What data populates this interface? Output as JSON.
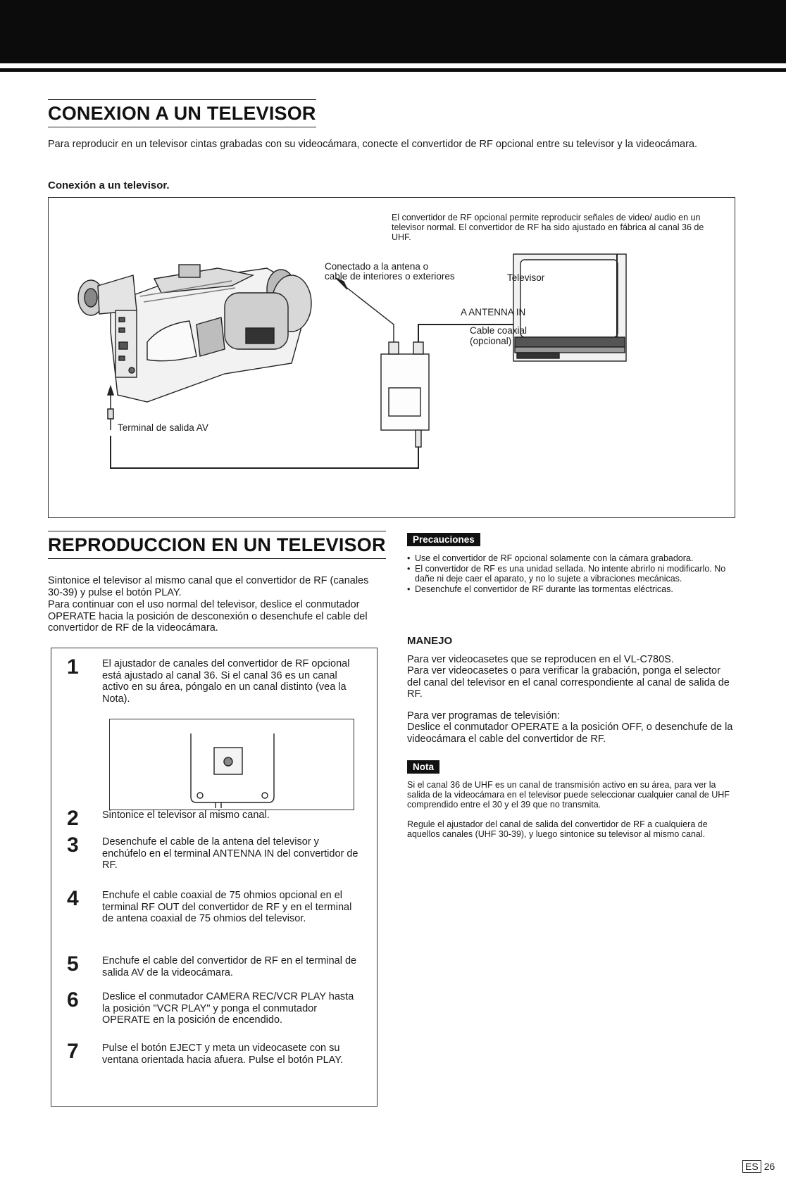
{
  "section1": {
    "title": "CONEXION A UN TELEVISOR",
    "intro": "Para reproducir en un televisor cintas grabadas con su videocámara, conecte el convertidor de RF opcional entre su televisor y la videocámara.",
    "subheading": "Conexión a un televisor."
  },
  "diagram": {
    "rf_note": "El convertidor de RF opcional permite reproducir señales de video/ audio en un televisor normal. El convertidor de RF ha sido ajustado en fábrica al canal 36 de UHF.",
    "antenna_line1": "Conectado a la antena o",
    "antenna_line2": "cable de interiores o exteriores",
    "tv_label": "Televisor",
    "antenna_in": "A ANTENNA IN",
    "coax_line1": "Cable coaxial",
    "coax_line2": "(opcional)",
    "av_terminal": "Terminal de salida AV"
  },
  "section2": {
    "title": "REPRODUCCION EN UN TELEVISOR",
    "p1": "Sintonice el televisor al mismo canal que el convertidor de RF (canales 30-39) y pulse el botón PLAY.",
    "p2": "Para continuar con el uso normal del televisor, deslice el conmutador OPERATE hacia la posición de desconexión o desenchufe el cable del convertidor de RF de la videocámara."
  },
  "steps": [
    {
      "num": "1",
      "text": "El ajustador de canales del convertidor de RF opcional está ajustado al canal 36. Si el canal 36 es un canal activo en su área, póngalo en un canal distinto (vea la Nota)."
    },
    {
      "num": "2",
      "text": "Sintonice el televisor al mismo canal."
    },
    {
      "num": "3",
      "text": "Desenchufe el cable de la antena del televisor y enchúfelo en el terminal ANTENNA IN del convertidor de RF."
    },
    {
      "num": "4",
      "text": "Enchufe el cable coaxial de 75 ohmios opcional en el terminal RF OUT del convertidor de RF y en el terminal de antena coaxial de 75 ohmios del televisor."
    },
    {
      "num": "5",
      "text": "Enchufe el cable del convertidor de RF en el terminal de salida AV de la videocámara."
    },
    {
      "num": "6",
      "text": "Deslice el conmutador CAMERA REC/VCR PLAY hasta la posición \"VCR PLAY\" y ponga el conmutador OPERATE en la posición de encendido."
    },
    {
      "num": "7",
      "text": "Pulse el botón EJECT y meta un videocasete con su ventana orientada hacia afuera. Pulse el botón PLAY."
    }
  ],
  "precautions": {
    "label": "Precauciones",
    "items": [
      "Use el convertidor de RF opcional solamente con la cámara grabadora.",
      "El convertidor de RF es una unidad sellada. No intente abrirlo ni modificarlo. No dañe ni deje caer el aparato, y no lo sujete a vibraciones mecánicas.",
      "Desenchufe el convertidor de RF durante las tormentas eléctricas."
    ]
  },
  "manejo": {
    "title": "MANEJO",
    "p1": "Para ver videocasetes que se reproducen en el VL-C780S.",
    "p2": "Para ver videocasetes o para verificar la grabación, ponga el selector del canal del televisor en el canal correspondiente al canal de salida de RF.",
    "p3": "Para ver programas de televisión:",
    "p4": "Deslice el conmutador OPERATE a la posición OFF, o desenchufe de la videocámara el cable del convertidor de RF."
  },
  "nota": {
    "label": "Nota",
    "p1": "Si el canal 36 de UHF es un canal de transmisión activo en su área, para ver la salida de la videocámara en el televisor puede seleccionar cualquier canal de UHF comprendido entre el 30 y el 39 que no transmita.",
    "p2": "Regule el ajustador del canal de salida del convertidor de RF a cualquiera de aquellos canales (UHF 30-39), y luego sintonice su televisor al mismo canal."
  },
  "footer": {
    "lang": "ES",
    "page": "26"
  }
}
